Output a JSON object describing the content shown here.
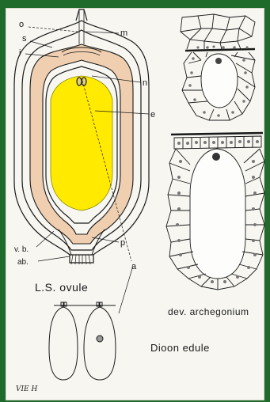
{
  "labels": {
    "o": "o",
    "s": "s",
    "i": "i",
    "m": "m",
    "n": "n",
    "e": "e",
    "vb": "v. b.",
    "ab": "ab.",
    "p": "p",
    "a": "a"
  },
  "captions": {
    "ls_ovule": "L.S. ovule",
    "dev_archegonium": "dev. archegonium",
    "species": "Dioon  edule",
    "signature": "VIE H"
  },
  "colors": {
    "background": "#1f6b2c",
    "paper": "#f7f6f1",
    "endosperm": "#ffea00",
    "integument": "#efcfb0"
  }
}
